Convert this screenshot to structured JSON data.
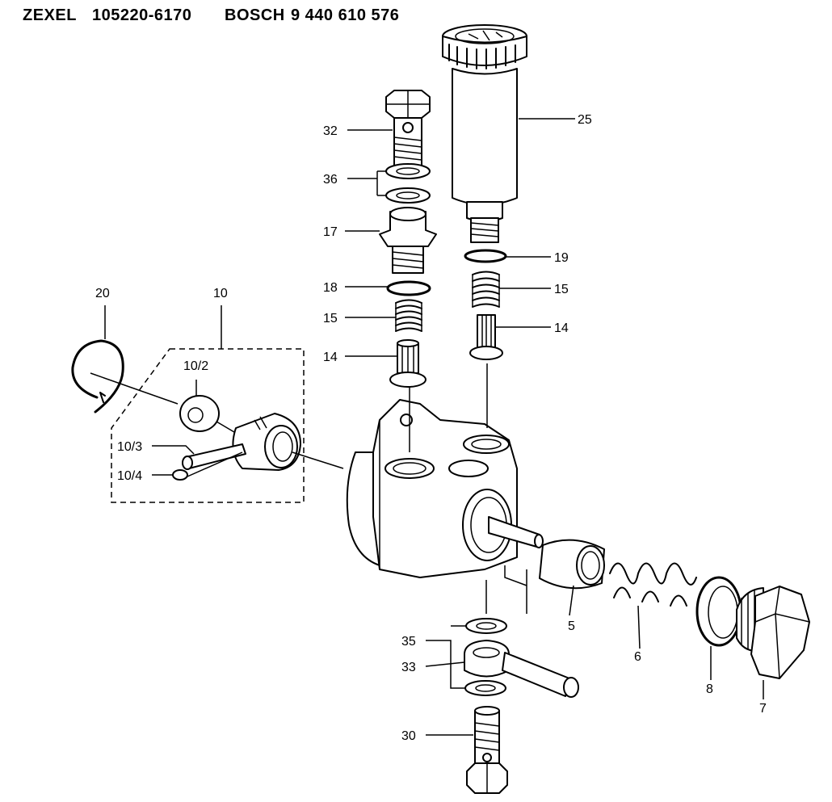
{
  "header": {
    "brand1": "ZEXEL",
    "part1": "105220-6170",
    "brand2": "BOSCH",
    "part2": "9 440 610 576"
  },
  "labels": {
    "l32": "32",
    "l36": "36",
    "l17": "17",
    "l18": "18",
    "l15a": "15",
    "l14a": "14",
    "l25": "25",
    "l19": "19",
    "l15b": "15",
    "l14b": "14",
    "l20": "20",
    "l10": "10",
    "l10_2": "10/2",
    "l10_3": "10/3",
    "l10_4": "10/4",
    "l35": "35",
    "l33": "33",
    "l30": "30",
    "l5": "5",
    "l6": "6",
    "l8": "8",
    "l7": "7"
  }
}
